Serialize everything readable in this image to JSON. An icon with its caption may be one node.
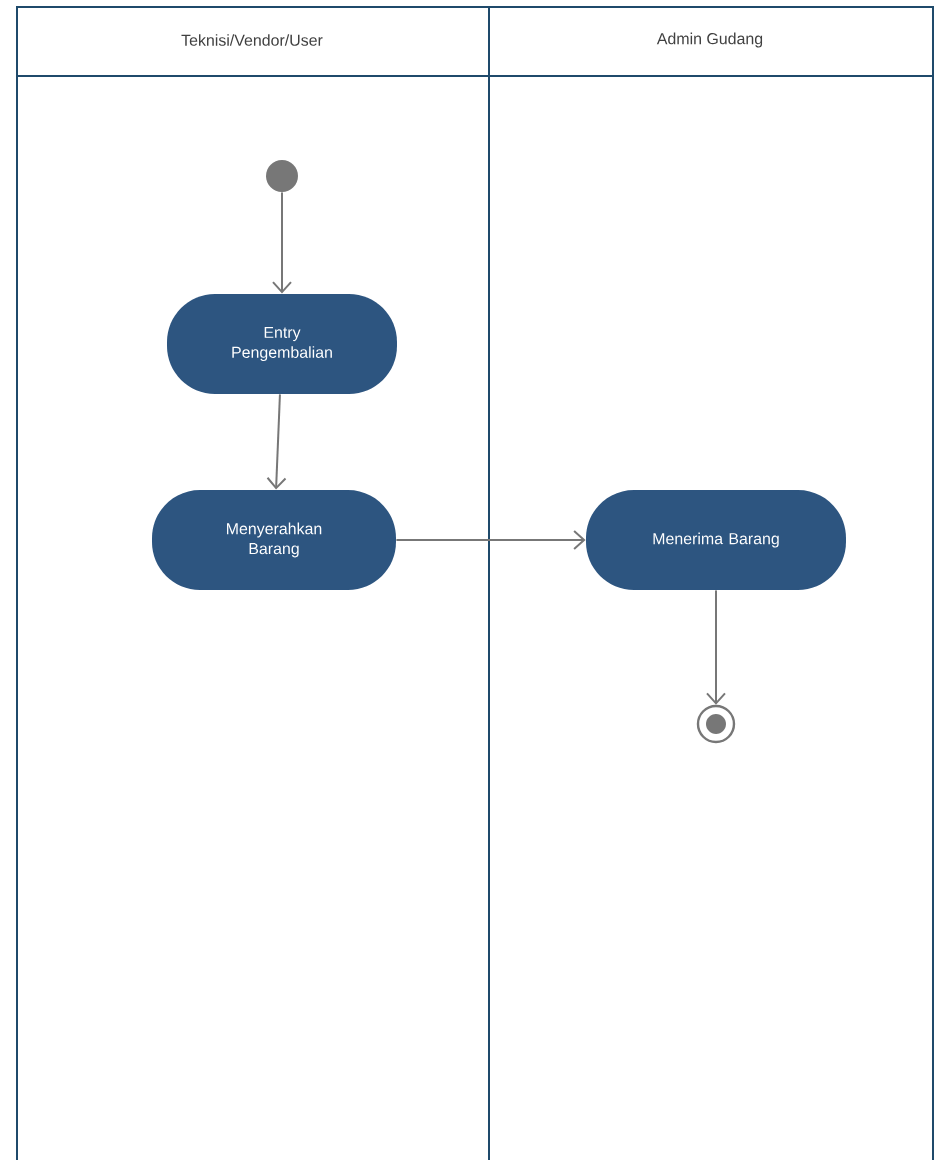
{
  "diagram": {
    "nodes": [
      {
        "text": [
          "Teknisi/Vendor/User"
        ]
      },
      {
        "text": [
          "Admin Gudang"
        ]
      },
      {
        "text": [],
        "shape": "circle",
        "in": 0
      },
      {
        "text": [
          "Entry Pengembalian"
        ],
        "in": 0
      },
      {
        "text": [
          "Menyerahkan Barang"
        ],
        "in": 0
      },
      {
        "text": [
          "Menerima Barang"
        ],
        "in": 1
      },
      {
        "text": [],
        "shape": "bullseye",
        "in": 1
      }
    ],
    "edges": [
      {
        "from": 2,
        "to": 3,
        "arrow": "to"
      },
      {
        "from": 3,
        "to": 4,
        "arrow": "to"
      },
      {
        "from": 4,
        "to": 5,
        "arrow": "to"
      },
      {
        "from": 5,
        "to": 6,
        "arrow": "to"
      }
    ]
  }
}
